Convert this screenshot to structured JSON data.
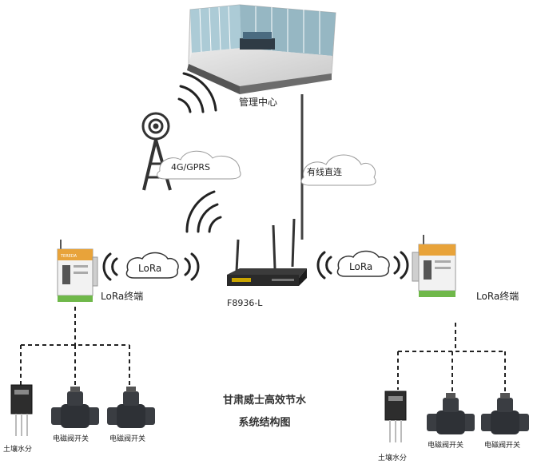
{
  "diagram": {
    "center_label": "管理中心",
    "tower_cloud_label": "4G/GPRS",
    "wired_cloud_label": "有线直连",
    "router_label": "F8936-L",
    "lora_left": "LoRa",
    "lora_right": "LoRa",
    "terminal_left_label": "LoRa终端",
    "terminal_right_label": "LoRa终端",
    "device_label_texts": [
      "TEREDA"
    ],
    "sensor_left_label": "土壤水分",
    "valve_left_1_label": "电磁阀开关",
    "valve_left_2_label": "电磁阀开关",
    "sensor_right_label": "土壤水分",
    "valve_right_1_label": "电磁阀开关",
    "valve_right_2_label": "电磁阀开关",
    "title_line1": "甘肃威士高效节水",
    "title_line2": "系统结构图"
  },
  "colors": {
    "line": "#333333",
    "terminal_orange": "#e8a33a",
    "terminal_green": "#6fb84a",
    "valve_dark": "#3a3d42",
    "cloud_fill": "#ffffff",
    "cloud_stroke": "#999999"
  }
}
